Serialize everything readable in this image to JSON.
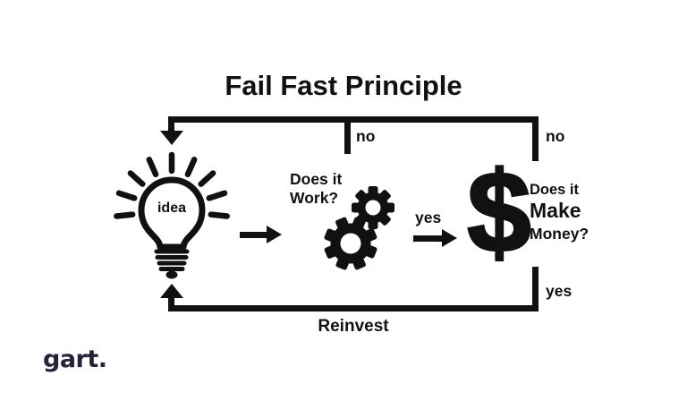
{
  "title": "Fail Fast Principle",
  "nodes": {
    "idea": {
      "label": "idea",
      "icon": "lightbulb-icon"
    },
    "work": {
      "line1": "Does it",
      "line2": "Work?",
      "icon": "gears-icon"
    },
    "money": {
      "line1": "Does it",
      "line2": "Make",
      "line3": "Money?",
      "symbol": "$",
      "icon": "dollar-sign-icon"
    }
  },
  "edges": {
    "no_work": "no",
    "no_money": "no",
    "yes_work": "yes",
    "yes_money": "yes",
    "reinvest": "Reinvest"
  },
  "logo": {
    "text": "gart."
  },
  "colors": {
    "ink": "#111111",
    "logo_navy": "#23233c",
    "background": "#ffffff"
  }
}
